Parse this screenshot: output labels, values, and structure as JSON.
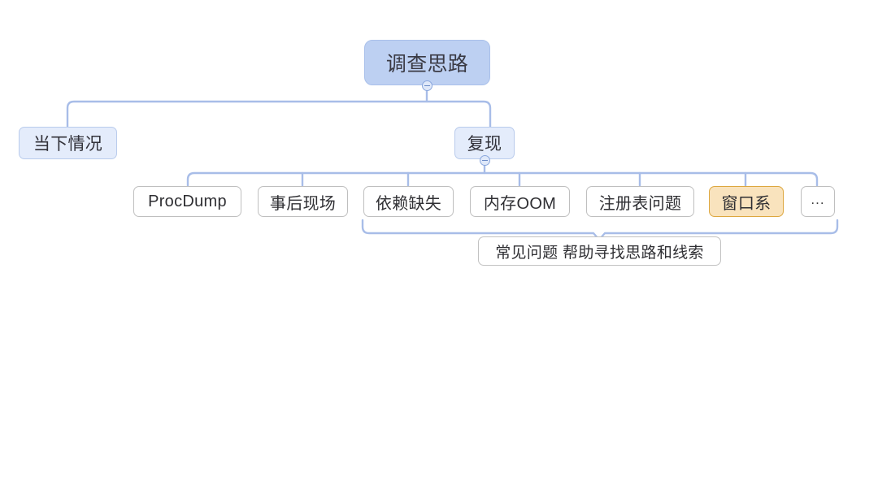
{
  "diagram": {
    "type": "mindmap",
    "title": "调查思路",
    "background_color": "#ffffff",
    "edge_color": "#a8bde8",
    "root": {
      "label": "调查思路",
      "fill": "#bdd0f2",
      "border": "#a9c0ea",
      "collapsed": false,
      "toggle_label": "−"
    },
    "branches": [
      {
        "label": "当下情况",
        "fill": "#e4ecfb",
        "border": "#b9cbec",
        "has_toggle": false
      },
      {
        "label": "复现",
        "fill": "#e4ecfb",
        "border": "#b9cbec",
        "has_toggle": true,
        "toggle_label": "−"
      }
    ],
    "leaves": [
      {
        "label": "ProcDump",
        "fill": "#ffffff",
        "border": "#bfbfbf",
        "highlighted": false
      },
      {
        "label": "事后现场",
        "fill": "#ffffff",
        "border": "#bfbfbf",
        "highlighted": false
      },
      {
        "label": "依赖缺失",
        "fill": "#ffffff",
        "border": "#bfbfbf",
        "highlighted": false
      },
      {
        "label": "内存OOM",
        "fill": "#ffffff",
        "border": "#bfbfbf",
        "highlighted": false
      },
      {
        "label": "注册表问题",
        "fill": "#ffffff",
        "border": "#bfbfbf",
        "highlighted": false
      },
      {
        "label": "窗口系",
        "fill": "#f9e3bd",
        "border": "#dda73f",
        "highlighted": true
      },
      {
        "label": "...",
        "fill": "#ffffff",
        "border": "#bfbfbf",
        "highlighted": false
      }
    ],
    "summary": {
      "label": "常见问题 帮助寻找思路和线索",
      "fill": "#ffffff",
      "border": "#c2c2c2",
      "covers": [
        "依赖缺失",
        "内存OOM",
        "注册表问题",
        "窗口系",
        "..."
      ]
    }
  }
}
